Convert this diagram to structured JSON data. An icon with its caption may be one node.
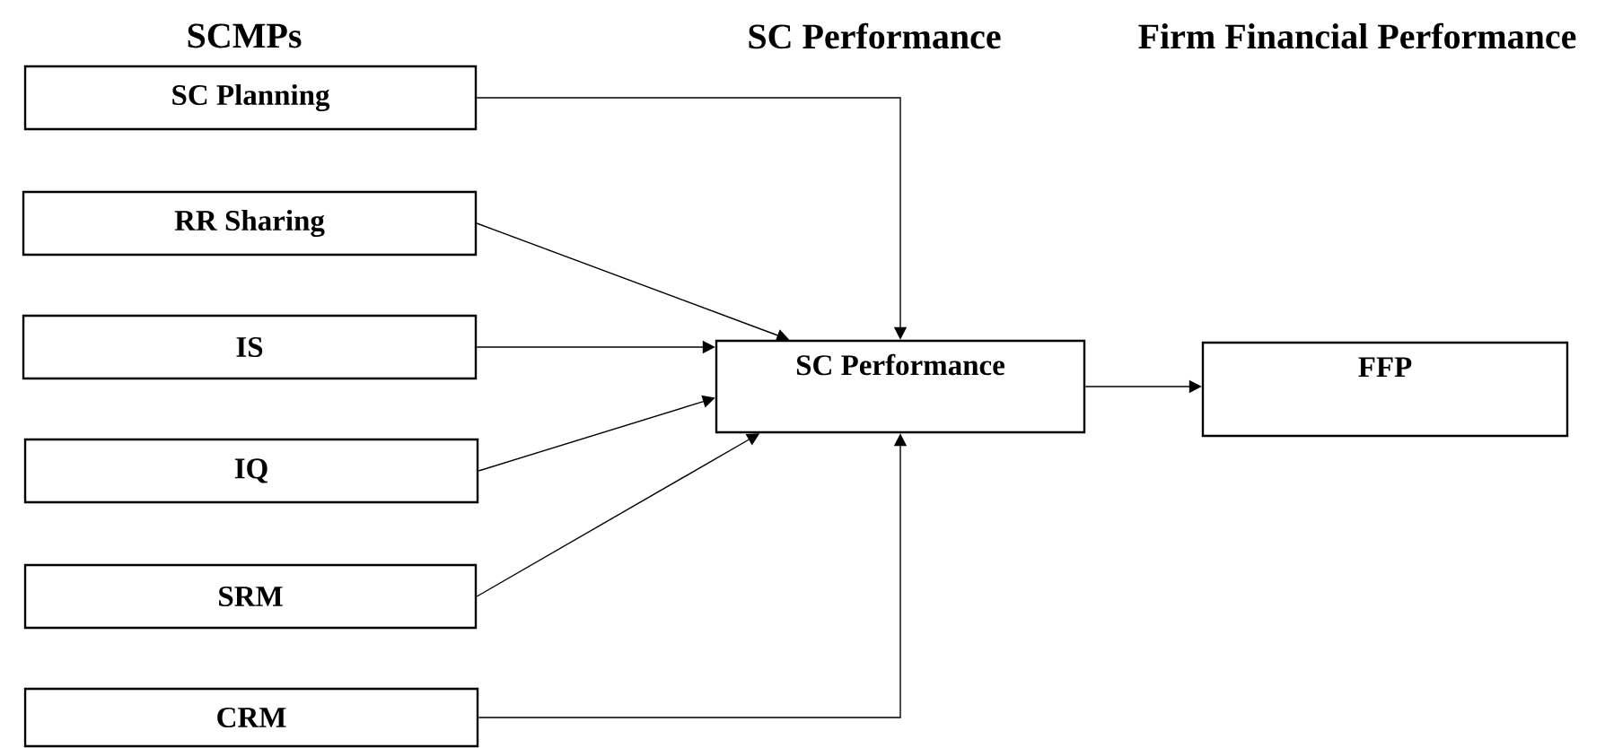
{
  "diagram": {
    "nodes": [
      {
        "text": [
          "SC Planning"
        ]
      },
      {
        "text": [
          "RR Sharing"
        ]
      },
      {
        "text": [
          "IS"
        ]
      },
      {
        "text": [
          "IQ"
        ]
      },
      {
        "text": [
          "SRM"
        ]
      },
      {
        "text": [
          "CRM"
        ]
      },
      {
        "text": [
          "SC Performance"
        ]
      },
      {
        "text": [
          "FFP"
        ]
      }
    ],
    "edges": [
      {
        "from": 0,
        "to": 6,
        "arrow": "to"
      },
      {
        "from": 1,
        "to": 6,
        "arrow": "to"
      },
      {
        "from": 2,
        "to": 6,
        "arrow": "to"
      },
      {
        "from": 3,
        "to": 6,
        "arrow": "to"
      },
      {
        "from": 4,
        "to": 6,
        "arrow": "to"
      },
      {
        "from": 5,
        "to": 6,
        "arrow": "to"
      },
      {
        "from": 6,
        "to": 7,
        "arrow": "to"
      }
    ],
    "labels": [
      "SCMPs",
      "SC Performance",
      "Firm Financial Performance"
    ]
  }
}
